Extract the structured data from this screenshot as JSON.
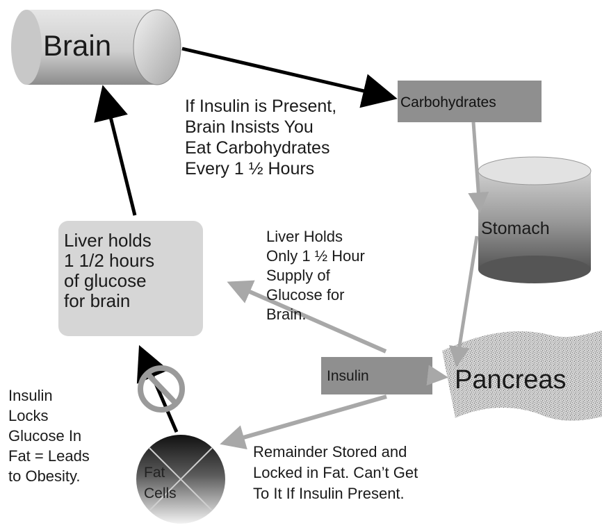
{
  "nodes": {
    "brain": "Brain",
    "carbohydrates": "Carbohydrates",
    "stomach": "Stomach",
    "liver": "Liver holds\n1 1/2 hours\nof glucose\n for brain",
    "insulin": "Insulin",
    "pancreas": "Pancreas",
    "fat_cells": "Fat\nCells"
  },
  "annotations": {
    "brain_note": "If Insulin is Present,\nBrain Insists You\nEat Carbohydrates\nEvery 1 ½ Hours",
    "liver_note": "Liver Holds\nOnly 1 ½ Hour\nSupply of\nGlucose for\nBrain.",
    "insulin_note": "Insulin\nLocks\nGlucose In\nFat = Leads\nto Obesity.",
    "remainder_note": "Remainder Stored and\nLocked in Fat.  Can’t Get\nTo It If Insulin Present."
  },
  "colors": {
    "dark_arrow": "#000000",
    "light_arrow": "#a8a8a8",
    "box_gray": "#8f8f8f",
    "liver_fill": "#d6d6d6",
    "prohibition": "#9a9a9a"
  }
}
